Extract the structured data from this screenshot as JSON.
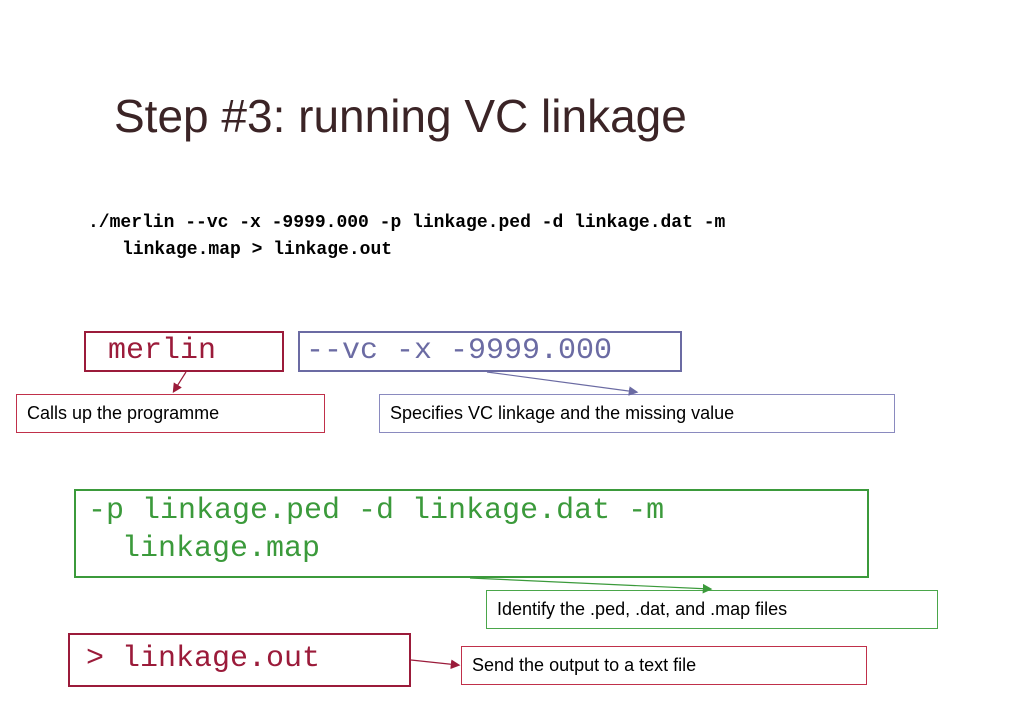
{
  "slide": {
    "title": "Step #3: running VC linkage",
    "command": {
      "line1": "./merlin --vc -x -9999.000 -p linkage.ped -d linkage.dat -m",
      "line2": "linkage.map > linkage.out"
    },
    "boxes": {
      "merlin": "merlin",
      "vc": "--vc -x -9999.000",
      "files_line1": "-p linkage.ped -d linkage.dat -m",
      "files_line2": "linkage.map",
      "output": "> linkage.out"
    },
    "notes": {
      "calls": "Calls up the programme",
      "specifies": "Specifies VC linkage and the missing value",
      "identify": "Identify the .ped, .dat, and .map files",
      "send": "Send the output to a text file"
    },
    "colors": {
      "title": "#3b2426",
      "maroon": "#9b1b3a",
      "slate": "#6b6ba3",
      "green": "#3b9a3b"
    }
  }
}
